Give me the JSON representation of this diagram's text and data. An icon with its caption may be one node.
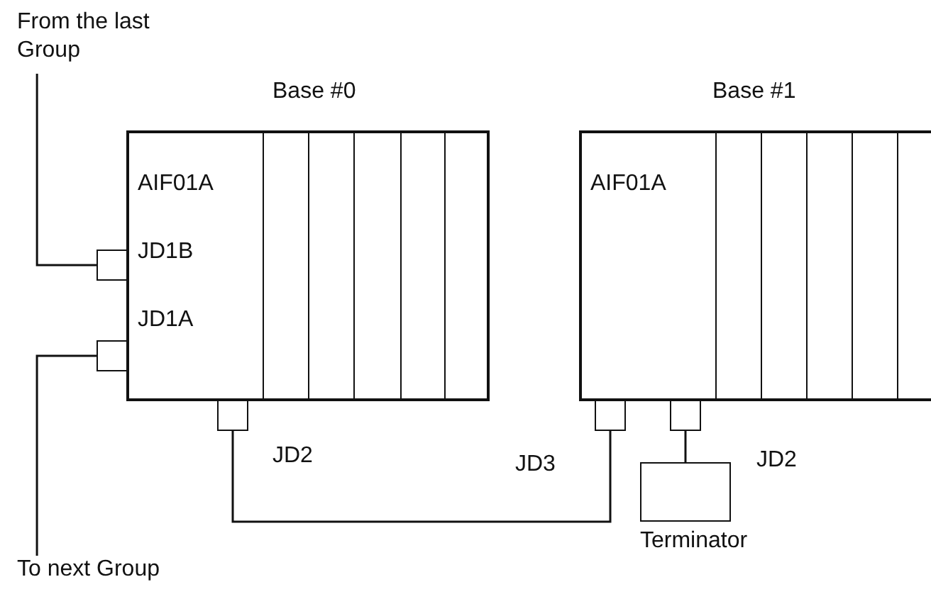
{
  "diagram": {
    "nodes": [
      {
        "text": [
          "From the last Group"
        ]
      },
      {
        "text": [
          "Base #0"
        ]
      },
      {
        "text": [
          "AIF01A"
        ],
        "in": 1
      },
      {
        "text": [],
        "shape": "box",
        "in": 1
      },
      {
        "text": [],
        "shape": "box",
        "in": 1
      },
      {
        "text": [],
        "shape": "box",
        "in": 1
      },
      {
        "text": [],
        "shape": "box",
        "in": 1
      },
      {
        "text": [],
        "shape": "box",
        "in": 1
      },
      {
        "text": [
          "Base #1"
        ]
      },
      {
        "text": [
          "AIF01A"
        ],
        "in": 8
      },
      {
        "text": [],
        "shape": "box",
        "in": 8
      },
      {
        "text": [],
        "shape": "box",
        "in": 8
      },
      {
        "text": [],
        "shape": "box",
        "in": 8
      },
      {
        "text": [],
        "shape": "box",
        "in": 8
      },
      {
        "text": [],
        "shape": "box",
        "in": 8
      },
      {
        "text": [],
        "shape": "box"
      },
      {
        "text": [],
        "shape": "box"
      },
      {
        "text": [],
        "shape": "box"
      },
      {
        "text": [],
        "shape": "box"
      },
      {
        "text": [],
        "shape": "box"
      },
      {
        "text": [
          "Terminator"
        ]
      },
      {
        "text": [
          "To next Group"
        ]
      }
    ],
    "edges": [
      {
        "from": 0,
        "to": 15,
        "arrow": "none"
      },
      {
        "from": 16,
        "to": 21,
        "arrow": "none"
      },
      {
        "from": 17,
        "to": 18,
        "arrow": "none"
      },
      {
        "from": 19,
        "to": 20,
        "arrow": "none"
      }
    ],
    "labels": [
      "JD1B",
      "JD1A",
      "JD2",
      "JD3",
      "JD2"
    ]
  }
}
